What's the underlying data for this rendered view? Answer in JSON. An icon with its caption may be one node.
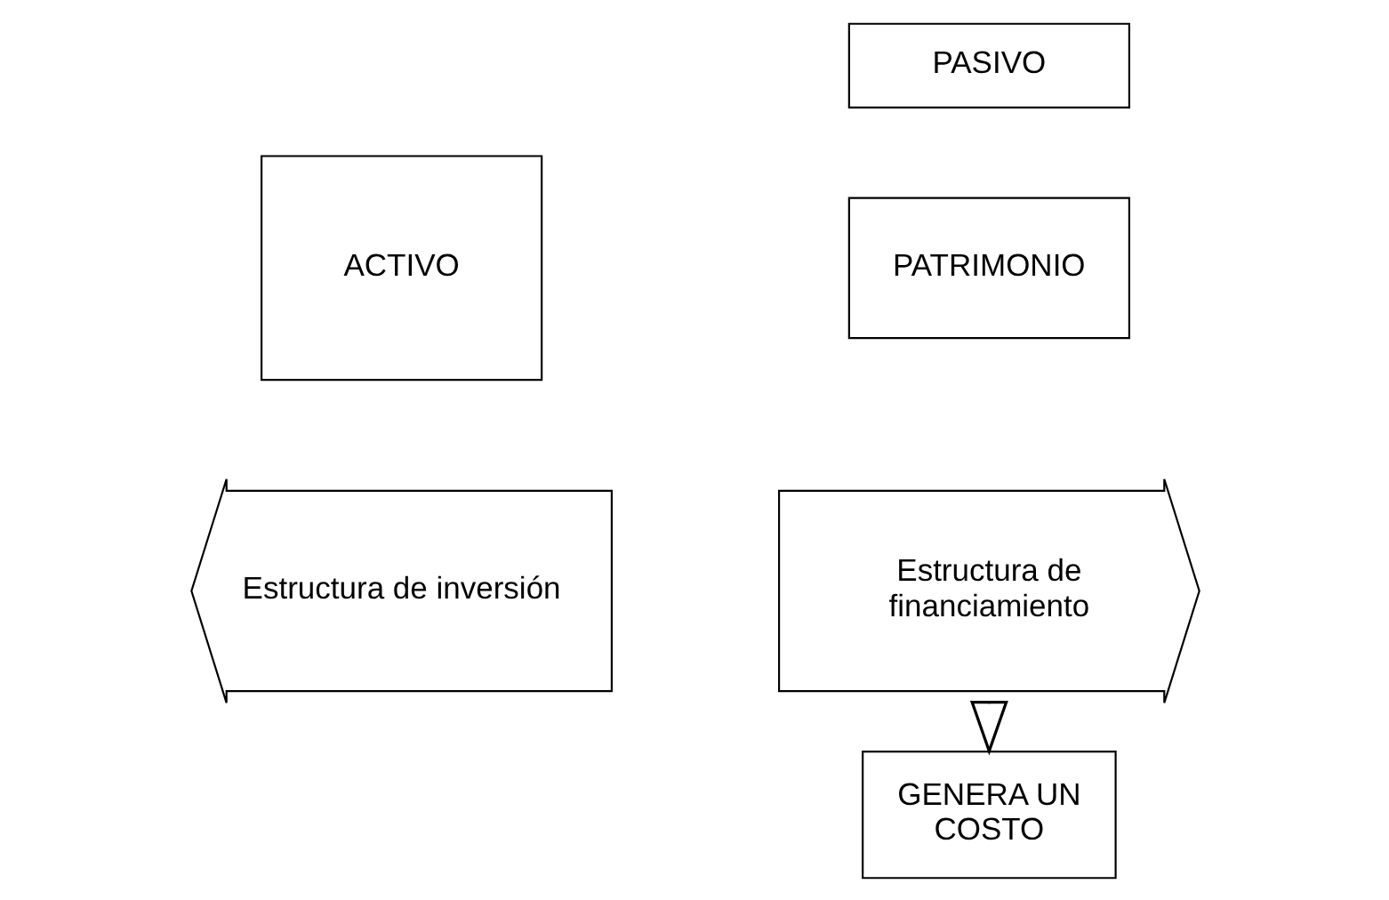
{
  "diagram": {
    "nodes": [
      {
        "text": [
          "ACTIVO"
        ]
      },
      {
        "text": [
          "PASIVO"
        ]
      },
      {
        "text": [
          "PATRIMONIO"
        ]
      },
      {
        "text": [
          "Estructura de inversión"
        ]
      },
      {
        "text": [
          "Estructura de financiamiento"
        ]
      },
      {
        "text": [
          "GENERA UN COSTO"
        ]
      }
    ],
    "edges": [
      {
        "from": 4,
        "to": 5,
        "arrow": "to"
      }
    ]
  }
}
